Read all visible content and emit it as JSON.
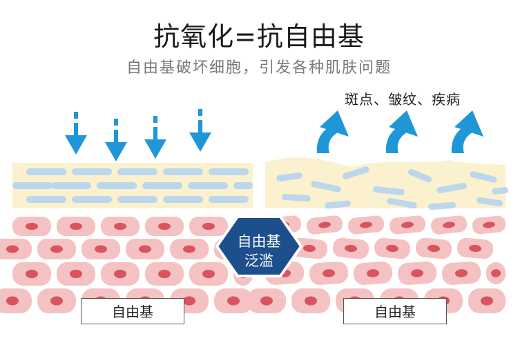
{
  "title": "抗氧化=抗自由基",
  "subtitle": "自由基破坏细胞，引发各种肌肤问题",
  "effects_label": "斑点、皱纹、疾病",
  "center_badge": {
    "line1": "自由基",
    "line2": "泛滥"
  },
  "left_panel": {
    "label": "自由基"
  },
  "right_panel": {
    "label": "自由基"
  },
  "colors": {
    "arrow_blue": "#1f97d6",
    "barrier_bg": "#fbf1cf",
    "barrier_brick": "#bcd6ec",
    "cell_fill": "#f4c2c2",
    "cell_nucleus": "#d9545f",
    "badge_navy": "#1d4f8c"
  }
}
